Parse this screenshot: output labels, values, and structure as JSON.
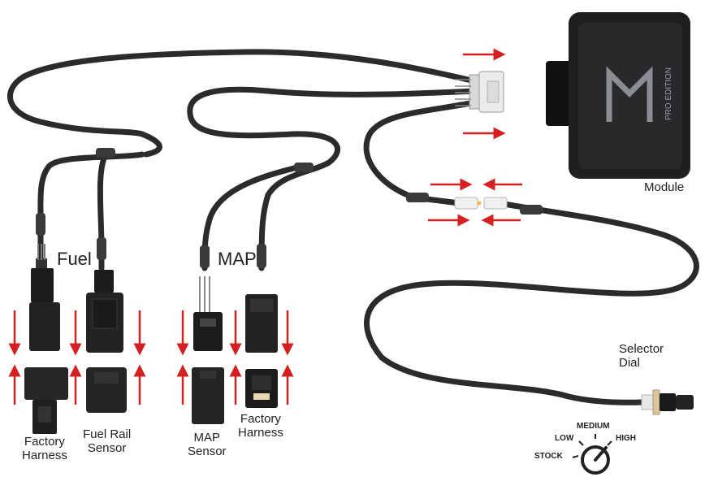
{
  "labels": {
    "fuel": "Fuel",
    "map": "MAP",
    "module": "Module",
    "selector_dial_line1": "Selector",
    "selector_dial_line2": "Dial",
    "fuel_factory_harness_line1": "Factory",
    "fuel_factory_harness_line2": "Harness",
    "fuel_rail_sensor_line1": "Fuel Rail",
    "fuel_rail_sensor_line2": "Sensor",
    "map_sensor_line1": "MAP",
    "map_sensor_line2": "Sensor",
    "map_factory_harness_line1": "Factory",
    "map_factory_harness_line2": "Harness"
  },
  "module_text": "PRO EDITION",
  "dial_settings": {
    "stock": "STOCK",
    "low": "LOW",
    "medium": "MEDIUM",
    "high": "HIGH"
  },
  "colors": {
    "cable": "#2b2b2b",
    "arrow": "#d42020",
    "module": "#1f1f21",
    "connector": "#1c1c1c",
    "white_connector": "#ececec"
  }
}
